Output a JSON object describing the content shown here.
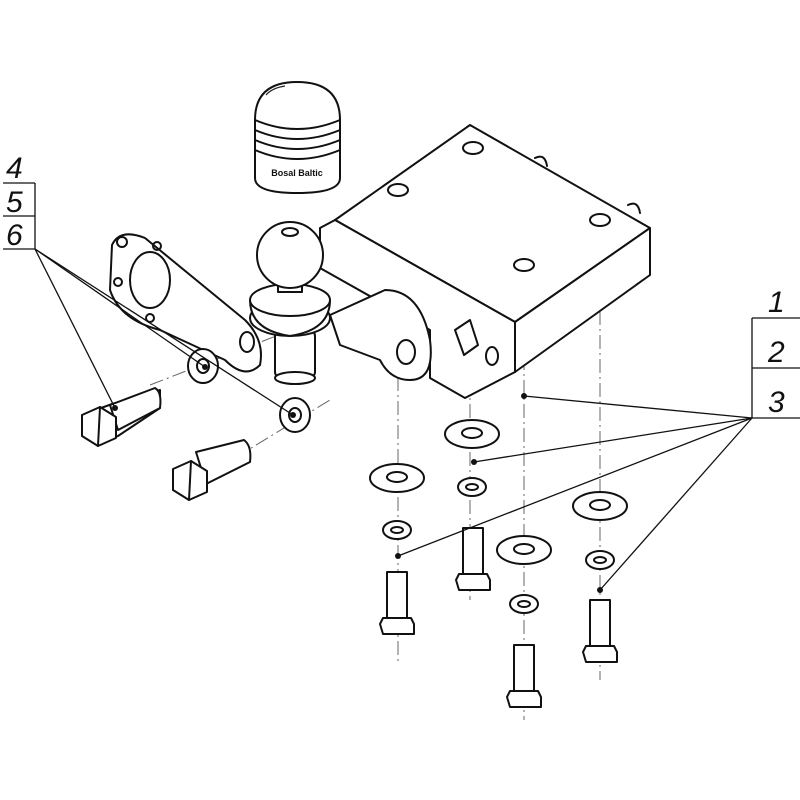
{
  "callouts": {
    "left": [
      "4",
      "5",
      "6"
    ],
    "right": [
      "1",
      "2",
      "3"
    ]
  },
  "cap_branding": "Bosal Baltic",
  "colors": {
    "line": "#111111",
    "background": "#ffffff"
  }
}
